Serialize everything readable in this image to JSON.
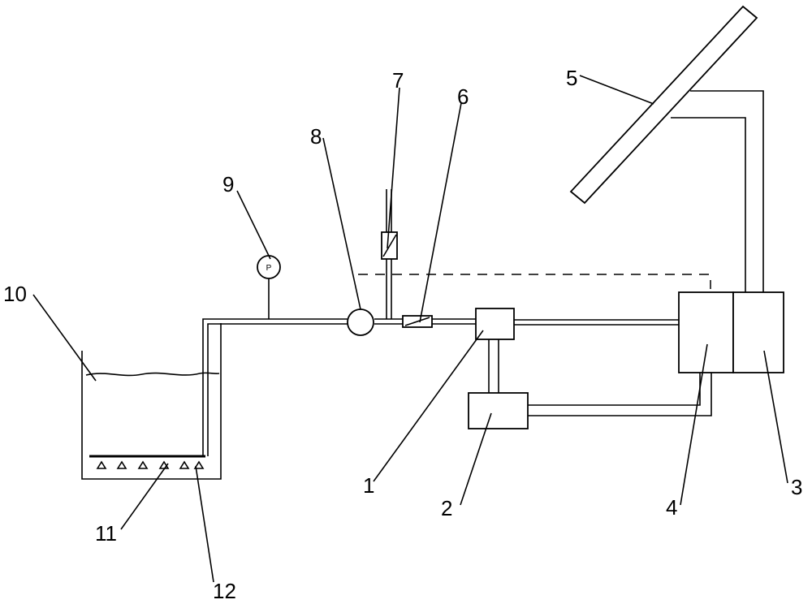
{
  "diagram": {
    "labels": {
      "n1": "1",
      "n2": "2",
      "n3": "3",
      "n4": "4",
      "n5": "5",
      "n6": "6",
      "n7": "7",
      "n8": "8",
      "n9": "9",
      "n10": "10",
      "n11": "11",
      "n12": "12"
    },
    "gauge_symbol": "P"
  }
}
